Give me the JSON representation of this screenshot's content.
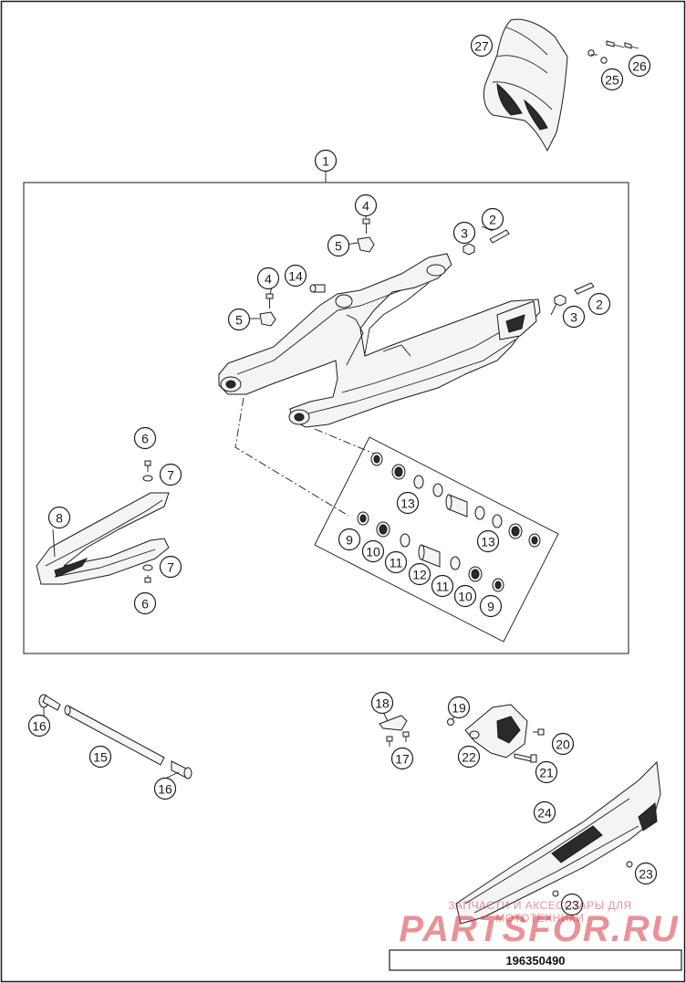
{
  "diagram": {
    "group_label": "1",
    "callouts": [
      {
        "id": "c27",
        "label": "27"
      },
      {
        "id": "c26",
        "label": "26"
      },
      {
        "id": "c25",
        "label": "25"
      },
      {
        "id": "c1",
        "label": "1"
      },
      {
        "id": "c4a",
        "label": "4"
      },
      {
        "id": "c5a",
        "label": "5"
      },
      {
        "id": "c2a",
        "label": "2"
      },
      {
        "id": "c3a",
        "label": "3"
      },
      {
        "id": "c4b",
        "label": "4"
      },
      {
        "id": "c14",
        "label": "14"
      },
      {
        "id": "c5b",
        "label": "5"
      },
      {
        "id": "c2b",
        "label": "2"
      },
      {
        "id": "c3b",
        "label": "3"
      },
      {
        "id": "c6a",
        "label": "6"
      },
      {
        "id": "c7a",
        "label": "7"
      },
      {
        "id": "c8",
        "label": "8"
      },
      {
        "id": "c7b",
        "label": "7"
      },
      {
        "id": "c6b",
        "label": "6"
      },
      {
        "id": "c13a",
        "label": "13"
      },
      {
        "id": "c13b",
        "label": "13"
      },
      {
        "id": "c9a",
        "label": "9"
      },
      {
        "id": "c10a",
        "label": "10"
      },
      {
        "id": "c11a",
        "label": "11"
      },
      {
        "id": "c12",
        "label": "12"
      },
      {
        "id": "c11b",
        "label": "11"
      },
      {
        "id": "c10b",
        "label": "10"
      },
      {
        "id": "c9b",
        "label": "9"
      },
      {
        "id": "c16a",
        "label": "16"
      },
      {
        "id": "c15",
        "label": "15"
      },
      {
        "id": "c16b",
        "label": "16"
      },
      {
        "id": "c18",
        "label": "18"
      },
      {
        "id": "c17",
        "label": "17"
      },
      {
        "id": "c19",
        "label": "19"
      },
      {
        "id": "c22",
        "label": "22"
      },
      {
        "id": "c20",
        "label": "20"
      },
      {
        "id": "c21",
        "label": "21"
      },
      {
        "id": "c24",
        "label": "24"
      },
      {
        "id": "c23a",
        "label": "23"
      },
      {
        "id": "c23b",
        "label": "23"
      }
    ],
    "document_number": "196350490"
  },
  "watermark": {
    "tagline": "ЗАПЧАСТИ И АКСЕССУАРЫ ДЛЯ МОТОТЕХНИКИ",
    "logo": "PARTSFOR.RU"
  }
}
